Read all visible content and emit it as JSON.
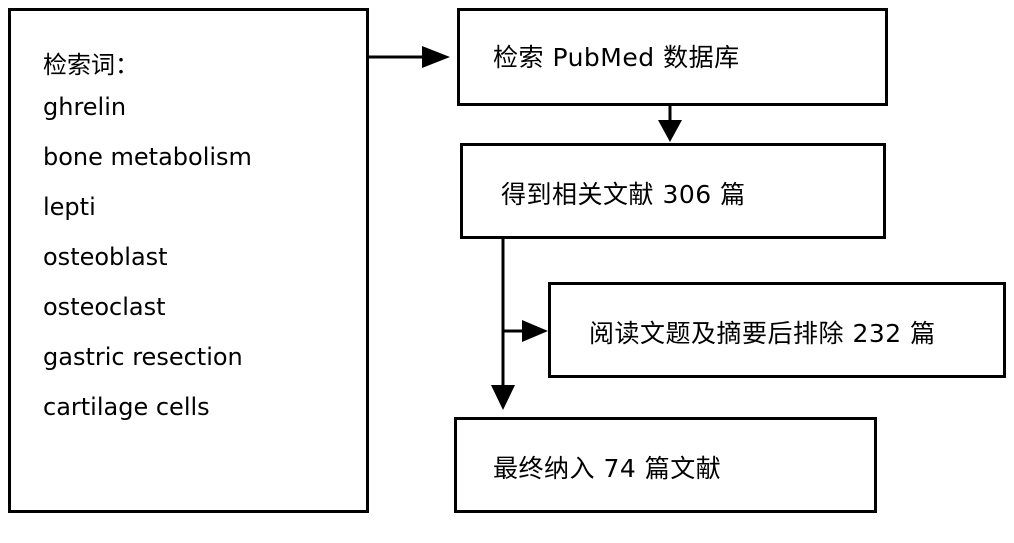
{
  "keywords": {
    "title": "检索词：",
    "items": [
      "ghrelin",
      "bone metabolism",
      "lepti",
      "osteoblast",
      "osteoclast",
      "gastric resection",
      "cartilage cells"
    ]
  },
  "steps": {
    "search": "检索 PubMed 数据库",
    "found": "得到相关文献 306 篇",
    "excluded": "阅读文题及摘要后排除 232 篇",
    "included": "最终纳入 74 篇文献"
  }
}
